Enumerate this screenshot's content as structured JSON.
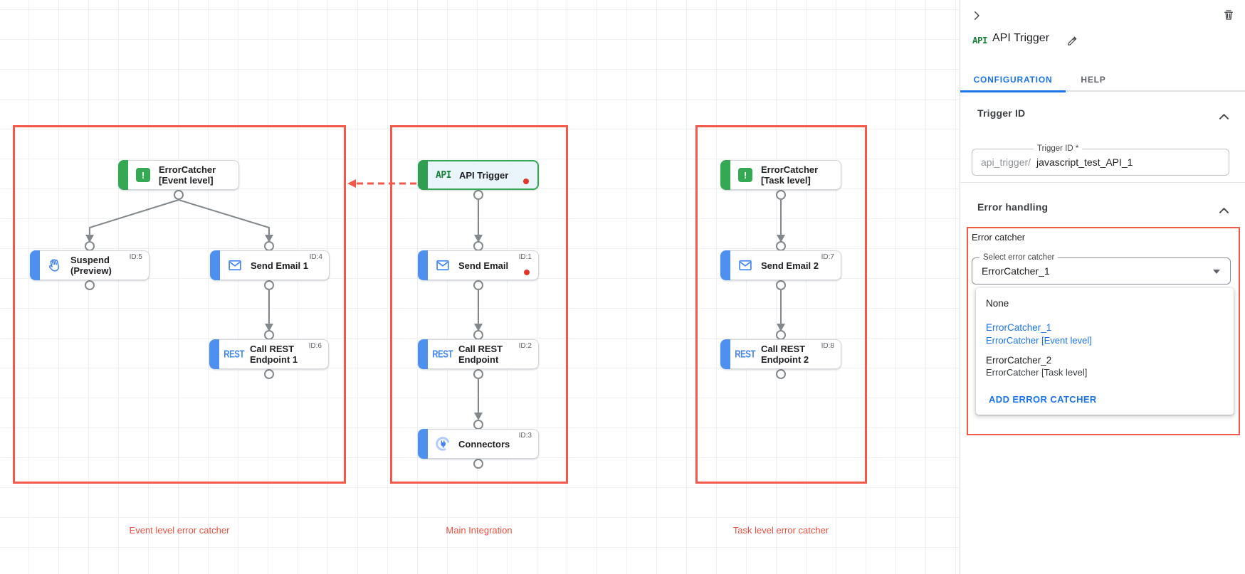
{
  "colors": {
    "accent_red": "#F2594A",
    "task_blue": "#4285F4",
    "success_green": "#34A853",
    "link_blue": "#1A73E8",
    "api_green": "#188038"
  },
  "icons": {
    "collapse": "chevron-right",
    "delete": "trash",
    "edit": "pencil",
    "section_toggle": "chevron-up",
    "select_arrow": "triangle-down",
    "error_catcher": "exclamation-square",
    "email": "envelope",
    "suspend": "hand",
    "rest": "REST-text",
    "api": "API-text",
    "connector": "plug-circle"
  },
  "canvas": {
    "groups": [
      {
        "label": "Event level error catcher"
      },
      {
        "label": "Main Integration"
      },
      {
        "label": "Task level error catcher"
      }
    ],
    "icon_text": {
      "api": "API",
      "rest": "REST",
      "error": "!"
    },
    "nodes": [
      {
        "label": "ErrorCatcher\n[Event level]",
        "id_label": ""
      },
      {
        "label": "Suspend\n(Preview)",
        "id_label": "ID:5"
      },
      {
        "label": "Send Email 1",
        "id_label": "ID:4"
      },
      {
        "label": "Call REST\nEndpoint 1",
        "id_label": "ID:6"
      },
      {
        "label": "API Trigger",
        "id_label": ""
      },
      {
        "label": "Send Email",
        "id_label": "ID:1"
      },
      {
        "label": "Call REST\nEndpoint",
        "id_label": "ID:2"
      },
      {
        "label": "Connectors",
        "id_label": "ID:3"
      },
      {
        "label": "ErrorCatcher\n[Task level]",
        "id_label": ""
      },
      {
        "label": "Send Email 2",
        "id_label": "ID:7"
      },
      {
        "label": "Call REST\nEndpoint 2",
        "id_label": "ID:8"
      }
    ]
  },
  "panel": {
    "title": "API Trigger",
    "title_badge": "API",
    "tabs": [
      {
        "label": "CONFIGURATION"
      },
      {
        "label": "HELP"
      }
    ],
    "trigger_id": {
      "heading": "Trigger ID",
      "field_label": "Trigger ID *",
      "prefix": "api_trigger/",
      "value": "javascript_test_API_1"
    },
    "error_handling": {
      "heading": "Error handling",
      "group_label": "Error catcher",
      "select_label": "Select error catcher",
      "select_value": "ErrorCatcher_1",
      "dropdown": {
        "none_label": "None",
        "items": [
          {
            "name": "ErrorCatcher_1",
            "desc": "ErrorCatcher [Event level]"
          },
          {
            "name": "ErrorCatcher_2",
            "desc": "ErrorCatcher [Task level]"
          }
        ],
        "add_label": "ADD ERROR CATCHER"
      }
    }
  }
}
